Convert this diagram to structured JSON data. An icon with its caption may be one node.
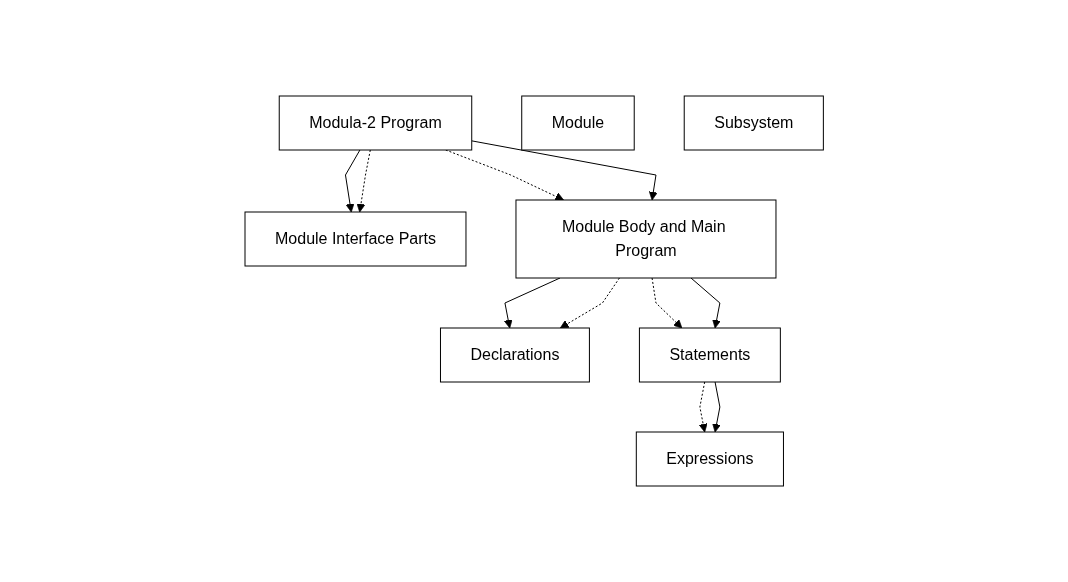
{
  "diagram": {
    "nodes": [
      {
        "text": [
          "Modula-2 Program"
        ]
      },
      {
        "text": [
          "Module Interface Parts"
        ]
      },
      {
        "text": [
          "Module Body and Main Program"
        ]
      },
      {
        "text": [
          "Declarations"
        ]
      },
      {
        "text": [
          "Statements"
        ]
      },
      {
        "text": [
          "Expressions"
        ]
      },
      {
        "text": [
          "Module"
        ]
      },
      {
        "text": [
          "Subsystem"
        ]
      }
    ],
    "edges": [
      {
        "from": 0,
        "to": 1,
        "arrow": "to"
      },
      {
        "from": 0,
        "to": 1,
        "arrow": "to",
        "style": "dashed"
      },
      {
        "from": 0,
        "to": 2,
        "arrow": "to",
        "style": "dashed"
      },
      {
        "from": 0,
        "to": 2,
        "arrow": "to"
      },
      {
        "from": 2,
        "to": 3,
        "arrow": "to"
      },
      {
        "from": 2,
        "to": 3,
        "arrow": "to",
        "style": "dashed"
      },
      {
        "from": 2,
        "to": 4,
        "arrow": "to",
        "style": "dashed"
      },
      {
        "from": 2,
        "to": 4,
        "arrow": "to"
      },
      {
        "from": 4,
        "to": 5,
        "arrow": "to",
        "style": "dashed"
      },
      {
        "from": 4,
        "to": 5,
        "arrow": "to"
      }
    ]
  }
}
